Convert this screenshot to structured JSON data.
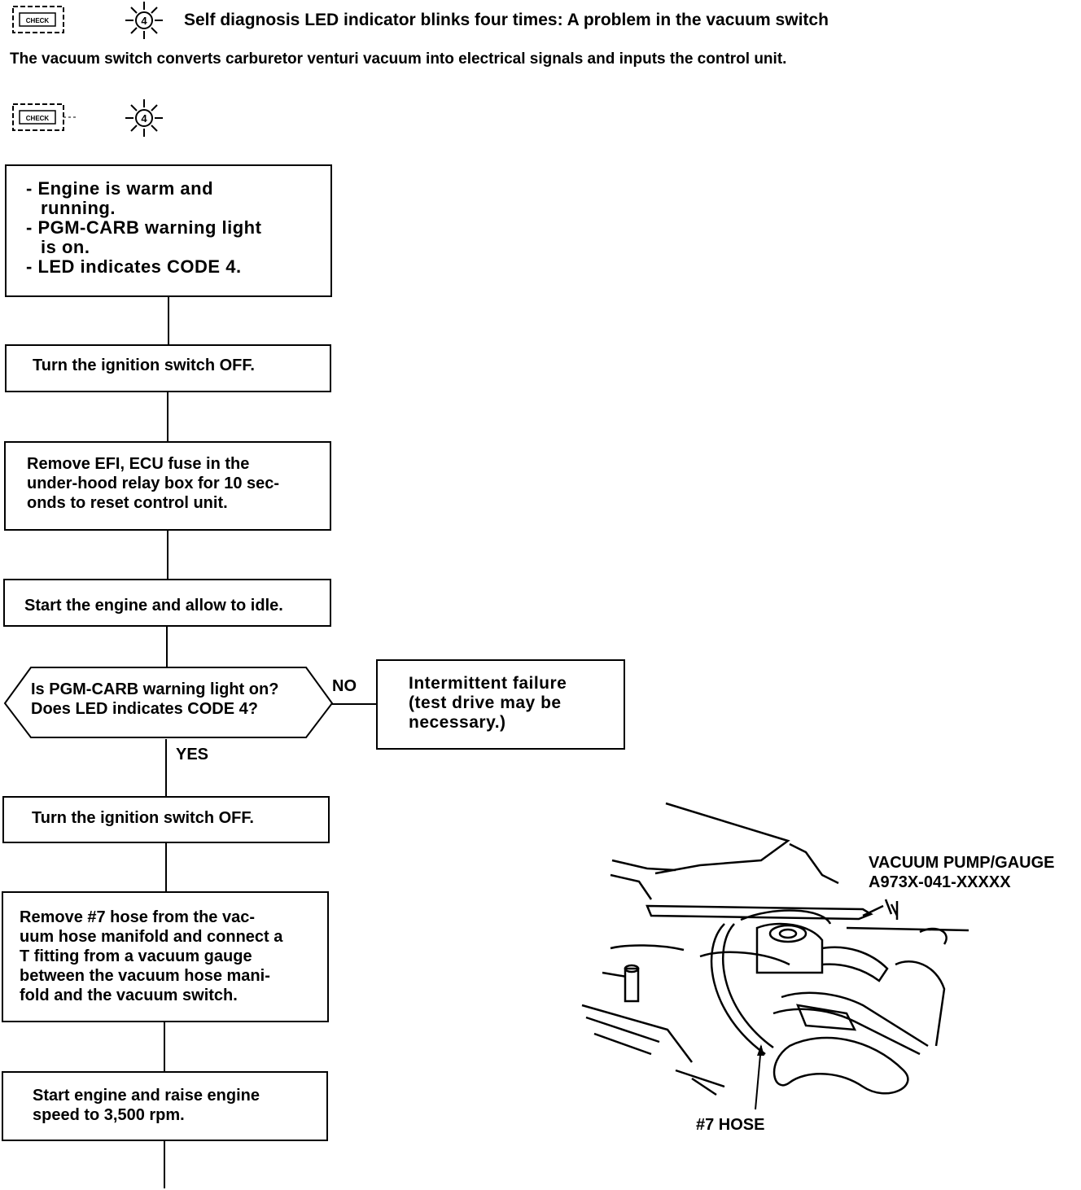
{
  "header": {
    "code_number": "4",
    "check_text": "CHECK",
    "title": "Self diagnosis LED indicator blinks four times: A problem in the vacuum switch"
  },
  "intro": "The vacuum switch converts carburetor venturi vacuum into electrical signals and inputs the control unit.",
  "flow": {
    "start": {
      "lines": [
        "- Engine is warm and",
        "running.",
        "- PGM-CARB warning light",
        "is on.",
        "- LED indicates CODE 4."
      ]
    },
    "step1": [
      "Turn the ignition switch OFF."
    ],
    "step2": [
      "Remove EFI, ECU fuse in the",
      "under-hood relay box for 10 sec-",
      "onds to reset control unit."
    ],
    "step3": [
      "Start the engine and allow to idle."
    ],
    "decision": [
      "Is PGM-CARB warning light on?",
      "Does LED indicates CODE 4?"
    ],
    "no_label": "NO",
    "yes_label": "YES",
    "no_result": [
      "Intermittent failure",
      "(test drive may be",
      "necessary.)"
    ],
    "step4": [
      "Turn the ignition switch OFF."
    ],
    "step5": [
      "Remove #7 hose from the vac-",
      "uum hose manifold and connect a",
      "T fitting from a vacuum gauge",
      "between the vacuum hose mani-",
      "fold and the vacuum switch."
    ],
    "step6": [
      "Start engine and raise engine",
      "speed to 3,500 rpm."
    ]
  },
  "illustration": {
    "tool_label_1": "VACUUM PUMP/GAUGE",
    "tool_label_2": "A973X-041-XXXXX",
    "hose_label": "#7 HOSE"
  }
}
